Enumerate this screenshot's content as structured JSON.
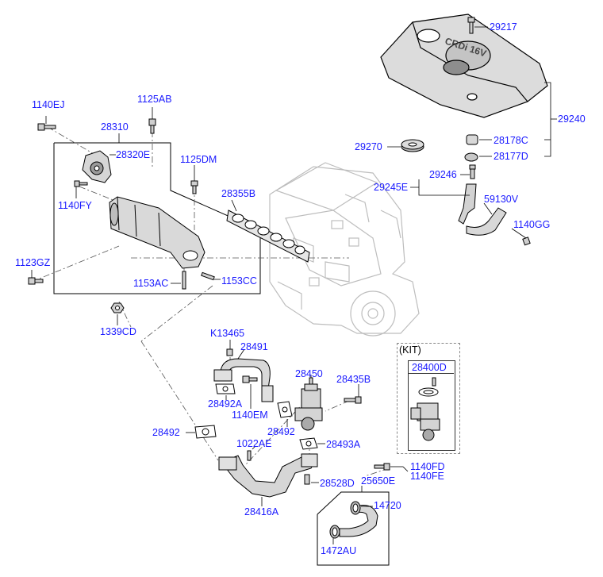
{
  "diagram": {
    "labels": {
      "p29217": "29217",
      "p29240": "29240",
      "p28178C": "28178C",
      "p28177D": "28177D",
      "p29270": "29270",
      "p29246": "29246",
      "p29245E": "29245E",
      "p59130V": "59130V",
      "p1140GG": "1140GG",
      "p1140EJ": "1140EJ",
      "p1125AB": "1125AB",
      "p28310": "28310",
      "p28320E": "28320E",
      "p1125DM": "1125DM",
      "p1140FY": "1140FY",
      "p28355B": "28355B",
      "p1123GZ": "1123GZ",
      "p1153AC": "1153AC",
      "p1153CC": "1153CC",
      "p1339CD": "1339CD",
      "pK13465": "K13465",
      "p28491": "28491",
      "p28450": "28450",
      "p28435B": "28435B",
      "p28492A": "28492A",
      "p1140EM": "1140EM",
      "p28492_mid": "28492",
      "p28492_left": "28492",
      "p1022AE": "1022AE",
      "p28493A": "28493A",
      "p1140FD": "1140FD",
      "p1140FE": "1140FE",
      "p28528D": "28528D",
      "p25650E": "25650E",
      "p14720": "14720",
      "p28416A": "28416A",
      "p1472AU": "1472AU",
      "kit_title": "(KIT)",
      "p28400D": "28400D"
    },
    "cover_text": "CRDi 16V",
    "colors": {
      "label": "#1a1aff",
      "line": "#000000",
      "part_fill": "#d9d9d9"
    }
  }
}
